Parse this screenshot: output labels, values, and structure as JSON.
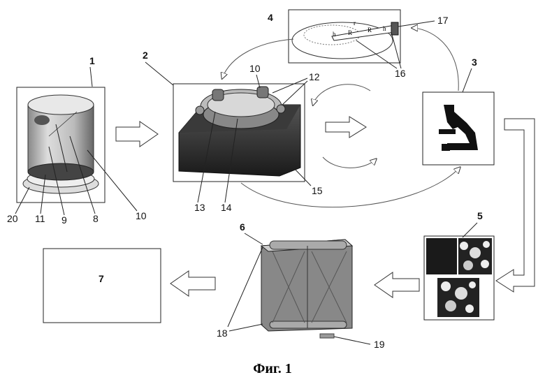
{
  "caption": "Фиг. 1",
  "blocks": {
    "b1": "1",
    "b2": "2",
    "b3": "3",
    "b4": "4",
    "b5": "5",
    "b6": "6",
    "b7": "7"
  },
  "refs": {
    "r10a": "10",
    "r12": "12",
    "r10b": "10",
    "r13": "13",
    "r14": "14",
    "r15": "15",
    "r16": "16",
    "r17": "17",
    "r20": "20",
    "r11": "11",
    "r9": "9",
    "r8": "8",
    "r18": "18",
    "r19": "19"
  },
  "geometry_labels": {
    "h1": "h",
    "r": "r",
    "R1": "R",
    "R2": "R",
    "h2": "h"
  }
}
